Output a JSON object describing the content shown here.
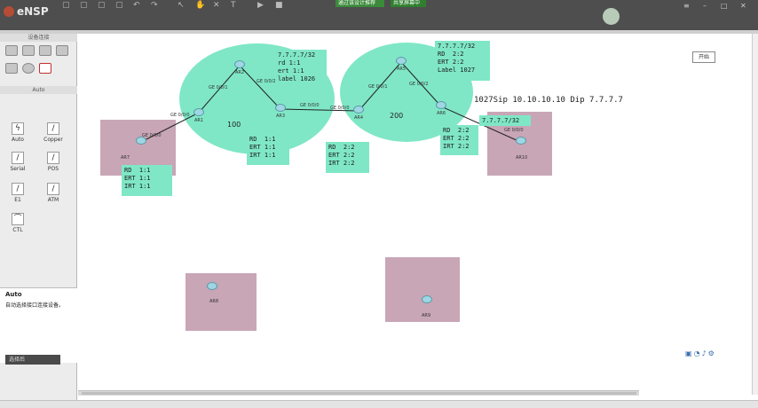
{
  "app": {
    "title": "eNSP"
  },
  "top_banner": {
    "left": "通过该设计推荐",
    "right": "共享屏幕中"
  },
  "left_panel": {
    "device_header": "设备连接",
    "auto_header": "Auto",
    "tools": [
      {
        "label": "Auto",
        "icon": "auto-icon"
      },
      {
        "label": "Copper",
        "icon": "copper-icon"
      },
      {
        "label": "Serial",
        "icon": "serial-icon"
      },
      {
        "label": "POS",
        "icon": "pos-icon"
      },
      {
        "label": "E1",
        "icon": "e1-icon"
      },
      {
        "label": "ATM",
        "icon": "atm-icon"
      },
      {
        "label": "CTL",
        "icon": "ctl-icon"
      }
    ],
    "desc_title": "Auto",
    "desc_text": "自动选择接口连接设备。",
    "status_label": "选择后"
  },
  "canvas": {
    "start_label": "开始",
    "as_labels": [
      "100",
      "200"
    ],
    "dip_text": "1027Sip 10.10.10.10 Dip 7.7.7.7",
    "notes": {
      "as100_top": "7.7.7.7/32\nrd 1:1\nert 1:1\nlabel 1026",
      "as100_bottom": "RD  1:1\nERT 1:1\nIRT 1:1",
      "ar7_notes": "RD  1:1\nERT 1:1\nIRT 1:1",
      "as200_top": "7.7.7.7/32\nRD  2:2\nERT 2:2\nLabel 1027",
      "as200_right": "7.7.7.7/32",
      "ar10_notes": "RD  2:2\nERT 2:2\nIRT 2:2",
      "middle_notes": "RD  2:2\nERT 2:2\nIRT 2:2"
    },
    "routers": [
      "AR1",
      "AR2",
      "AR3",
      "AR4",
      "AR5",
      "AR6",
      "AR7",
      "AR8",
      "AR9",
      "AR10"
    ],
    "interfaces": [
      "GE 0/0/0",
      "GE 0/0/1",
      "GE 0/0/2"
    ]
  }
}
